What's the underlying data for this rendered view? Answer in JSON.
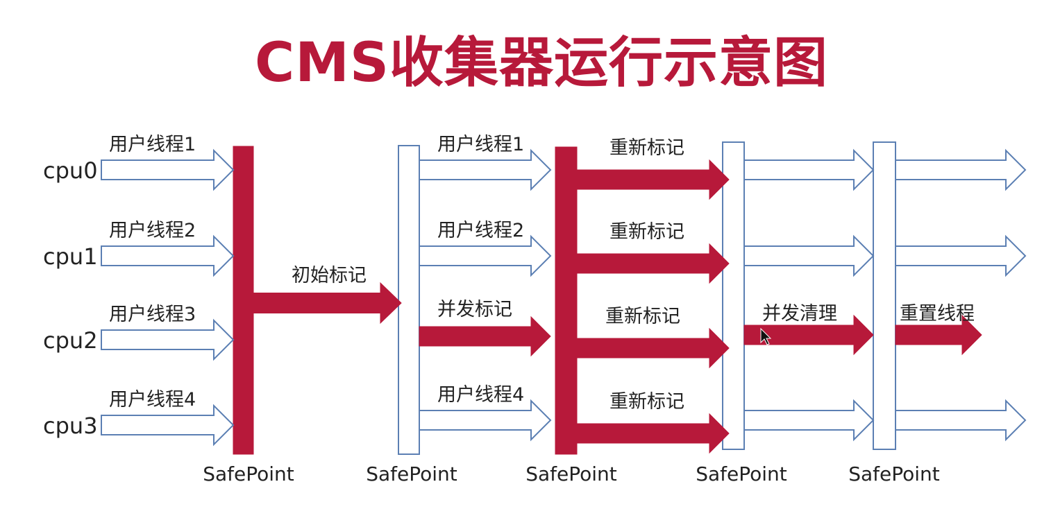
{
  "title": "CMS收集器运行示意图",
  "colors": {
    "accent": "#b7193a",
    "outline": "#5b7fb3",
    "text": "#222222"
  },
  "cpus": [
    "cpu0",
    "cpu1",
    "cpu2",
    "cpu3"
  ],
  "safepoint_label": "SafePoint",
  "safepoints": [
    {
      "name": "safepoint-1",
      "label": "SafePoint",
      "style": "solid"
    },
    {
      "name": "safepoint-2",
      "label": "SafePoint",
      "style": "hollow"
    },
    {
      "name": "safepoint-3",
      "label": "SafePoint",
      "style": "solid"
    },
    {
      "name": "safepoint-4",
      "label": "SafePoint",
      "style": "hollow"
    },
    {
      "name": "safepoint-5",
      "label": "SafePoint",
      "style": "hollow"
    }
  ],
  "phases": [
    {
      "stage": 1,
      "label": "用户线程",
      "arrows": [
        {
          "cpu": 0,
          "label": "用户线程1",
          "style": "hollow"
        },
        {
          "cpu": 1,
          "label": "用户线程2",
          "style": "hollow"
        },
        {
          "cpu": 2,
          "label": "用户线程3",
          "style": "hollow"
        },
        {
          "cpu": 3,
          "label": "用户线程4",
          "style": "hollow"
        }
      ]
    },
    {
      "stage": 2,
      "label": "初始标记",
      "arrows": [
        {
          "cpu": null,
          "label": "初始标记",
          "style": "solid"
        }
      ]
    },
    {
      "stage": 3,
      "label": "并发标记",
      "arrows": [
        {
          "cpu": 0,
          "label": "用户线程1",
          "style": "hollow"
        },
        {
          "cpu": 1,
          "label": "用户线程2",
          "style": "hollow"
        },
        {
          "cpu": 2,
          "label": "并发标记",
          "style": "solid"
        },
        {
          "cpu": 3,
          "label": "用户线程4",
          "style": "hollow"
        }
      ]
    },
    {
      "stage": 4,
      "label": "重新标记",
      "arrows": [
        {
          "cpu": 0,
          "label": "重新标记",
          "style": "solid"
        },
        {
          "cpu": 1,
          "label": "重新标记",
          "style": "solid"
        },
        {
          "cpu": 2,
          "label": "重新标记",
          "style": "solid"
        },
        {
          "cpu": 3,
          "label": "重新标记",
          "style": "solid"
        }
      ]
    },
    {
      "stage": 5,
      "label": "并发清理",
      "arrows": [
        {
          "cpu": 0,
          "label": "",
          "style": "hollow"
        },
        {
          "cpu": 1,
          "label": "",
          "style": "hollow"
        },
        {
          "cpu": 2,
          "label": "并发清理",
          "style": "solid"
        },
        {
          "cpu": 3,
          "label": "",
          "style": "hollow"
        }
      ]
    },
    {
      "stage": 6,
      "label": "重置线程",
      "arrows": [
        {
          "cpu": 0,
          "label": "",
          "style": "hollow"
        },
        {
          "cpu": 1,
          "label": "",
          "style": "hollow"
        },
        {
          "cpu": 2,
          "label": "重置线程",
          "style": "solid"
        },
        {
          "cpu": 3,
          "label": "",
          "style": "hollow"
        }
      ]
    }
  ]
}
